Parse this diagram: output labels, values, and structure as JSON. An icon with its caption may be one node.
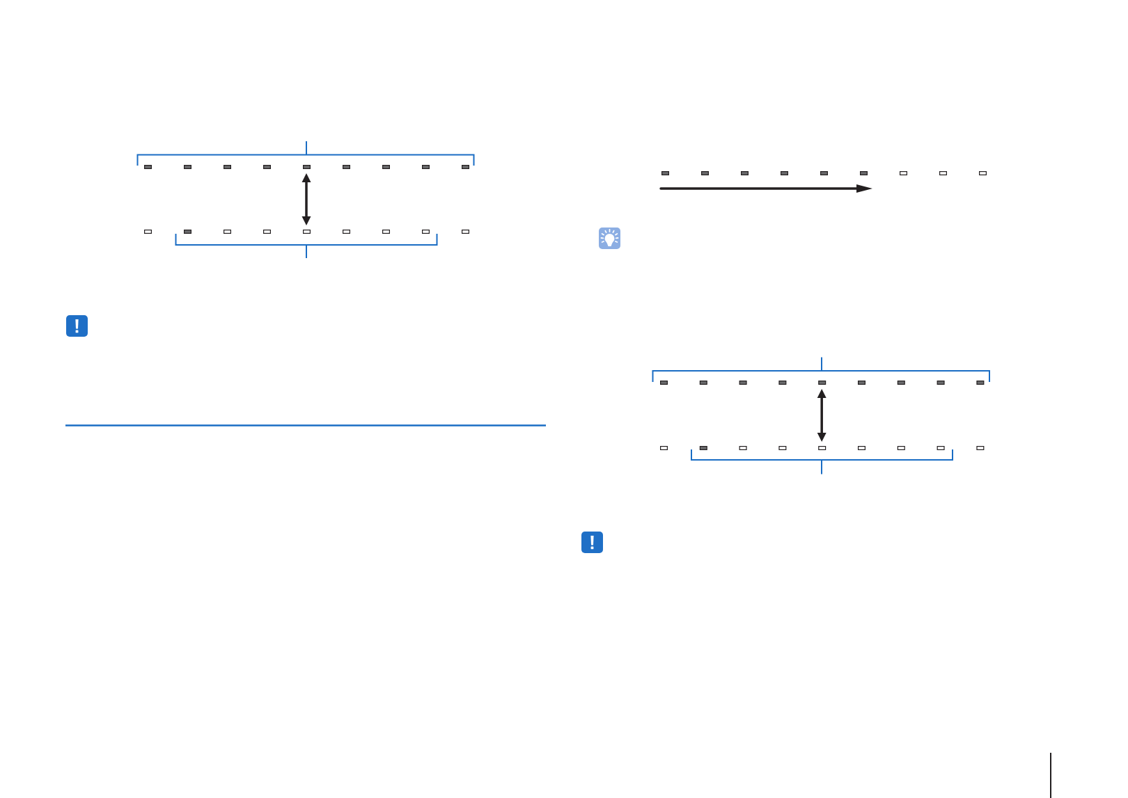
{
  "diagram": {
    "nodes": [
      {
        "text": [],
        "shape": "picture"
      },
      {
        "text": [],
        "shape": "picture"
      },
      {
        "text": [],
        "shape": "picture"
      },
      {
        "text": [],
        "shape": "picture"
      },
      {
        "text": [],
        "shape": "picture"
      }
    ],
    "edges": [
      {
        "from": 0,
        "to": 1,
        "arrow": "both"
      },
      {
        "from": 3,
        "to": 4,
        "arrow": "both"
      }
    ]
  }
}
